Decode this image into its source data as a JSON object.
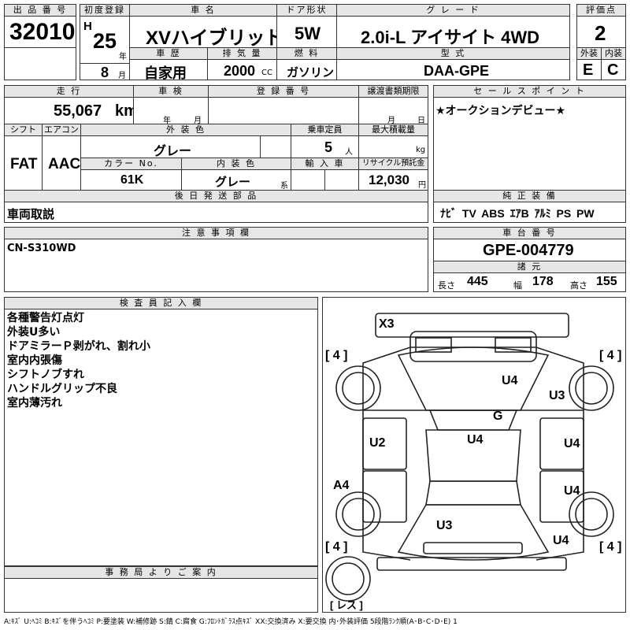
{
  "headers": {
    "lot_no": "出 品 番 号",
    "first_reg": "初度登録",
    "car_name": "車 名",
    "door": "ドア形状",
    "grade": "グ レ ー ド",
    "score": "評価点",
    "history": "車 歴",
    "displacement": "排 気 量",
    "fuel": "燃 料",
    "model_code": "型 式",
    "exterior": "外装",
    "interior": "内装",
    "mileage": "走 行",
    "inspection": "車 検",
    "reg_no": "登 録 番 号",
    "transfer_deadline": "譲渡書類期限",
    "sales_points": "セ ー ル ス ポ イ ン ト",
    "shift": "シフト",
    "aircon": "エアコン",
    "ext_color": "外 装 色",
    "capacity": "乗車定員",
    "max_load": "最大積載量",
    "color_no": "カラー No.",
    "int_color": "内 装 色",
    "import": "輸 入 車",
    "recycle": "リサイクル預託金",
    "later_parts": "後 日 発 送 部 品",
    "genuine": "純 正 装 備",
    "notes": "注 意 事 項 欄",
    "chassis": "車 台 番 号",
    "specs": "諸 元",
    "inspector": "検 査 員 記 入 欄",
    "office": "事 務 局 よ り ご 案 内"
  },
  "values": {
    "lot_no": "32010",
    "era": "H",
    "year": "25",
    "year_unit": "年",
    "month": "8",
    "month_unit": "月",
    "car_name": "XVハイブリッド",
    "door": "5W",
    "grade": "2.0i-L アイサイト 4WD",
    "score": "2",
    "history": "自家用",
    "displacement": "2000",
    "cc_unit": "CC",
    "fuel": "ガソリン",
    "model_code": "DAA-GPE",
    "exterior": "E",
    "interior": "C",
    "mileage": "55,067",
    "km_unit": "km",
    "insp_year_unit": "年",
    "insp_month_unit": "月",
    "transfer_month_unit": "月",
    "transfer_day_unit": "日",
    "sales_point": "★オークションデビュー★",
    "shift": "FAT",
    "aircon": "AAC",
    "ext_color": "グレー",
    "capacity": "5",
    "capacity_unit": "人",
    "load_unit": "kg",
    "color_no": "61K",
    "int_color": "グレー",
    "int_color_suffix": "系",
    "recycle": "12,030",
    "yen_unit": "円",
    "later_parts": "車両取説",
    "genuine": "ﾅﾋﾞ TV ABS ｴｱB ｱﾙﾐ PS PW",
    "notes": "CN-S310WD",
    "chassis": "GPE-004779",
    "length_label": "長さ",
    "length": "445",
    "width_label": "幅",
    "width": "178",
    "height_label": "高さ",
    "height": "155"
  },
  "inspector_notes": [
    "各種警告灯点灯",
    "外装U多い",
    "ドアミラーＰ剥がれ、割れ小",
    "室内内張傷",
    "シフトノブすれ",
    "ハンドルグリップ不良",
    "室内薄汚れ"
  ],
  "diagram_marks": {
    "x3": "X3",
    "u4_top": "U4",
    "u3_right": "U3",
    "g": "G",
    "u2": "U2",
    "u4_center": "U4",
    "u4_right": "U4",
    "a4": "A4",
    "u4_right_lower": "U4",
    "u3_bottom": "U3",
    "u4_bottom": "U4",
    "tire_fl": "4",
    "tire_fr": "4",
    "tire_rl": "4",
    "tire_rr": "4",
    "spare": "レス"
  },
  "legend": "A:ｷｽﾞ U:ﾍｺﾐ B:ｷｽﾞを伴うﾍｺﾐ P:要塗装 W:補修跡 S:錆 C:腐食 G:ﾌﾛﾝﾄｶﾞﾗｽ点ｷｽﾞ XX:交換済み X:要交換 内･外装評価 5段階ﾗﾝｸ順(A･B･C･D･E) 1"
}
